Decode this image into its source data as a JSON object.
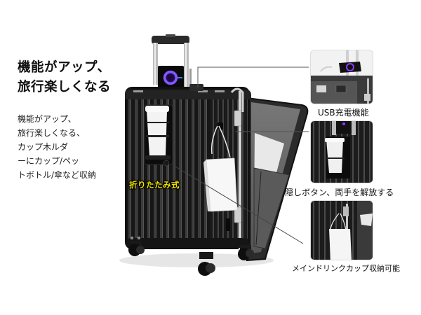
{
  "headline": {
    "lines": [
      "機能がアップ、",
      "旅行楽しくなる"
    ]
  },
  "description": {
    "lines": [
      "機能がアップ、",
      "旅行楽しくなる、",
      "カップ木ルダ",
      "ーにカップ/ペッ",
      "トボトル/傘など収納"
    ]
  },
  "product": {
    "name": "suitcase",
    "color": "#1a1a1a",
    "frame_color": "#c8c8c8",
    "charge_light_color": "#7a3cff",
    "fold_label": "折りたたみ式",
    "fold_label_color": "#f2e600"
  },
  "callouts": [
    {
      "id": "usb",
      "caption": "USB充電機能"
    },
    {
      "id": "hidden-button",
      "caption": "隠しボタン、両手を解放する"
    },
    {
      "id": "drink",
      "caption": "メインドリンクカップ収納可能"
    }
  ]
}
